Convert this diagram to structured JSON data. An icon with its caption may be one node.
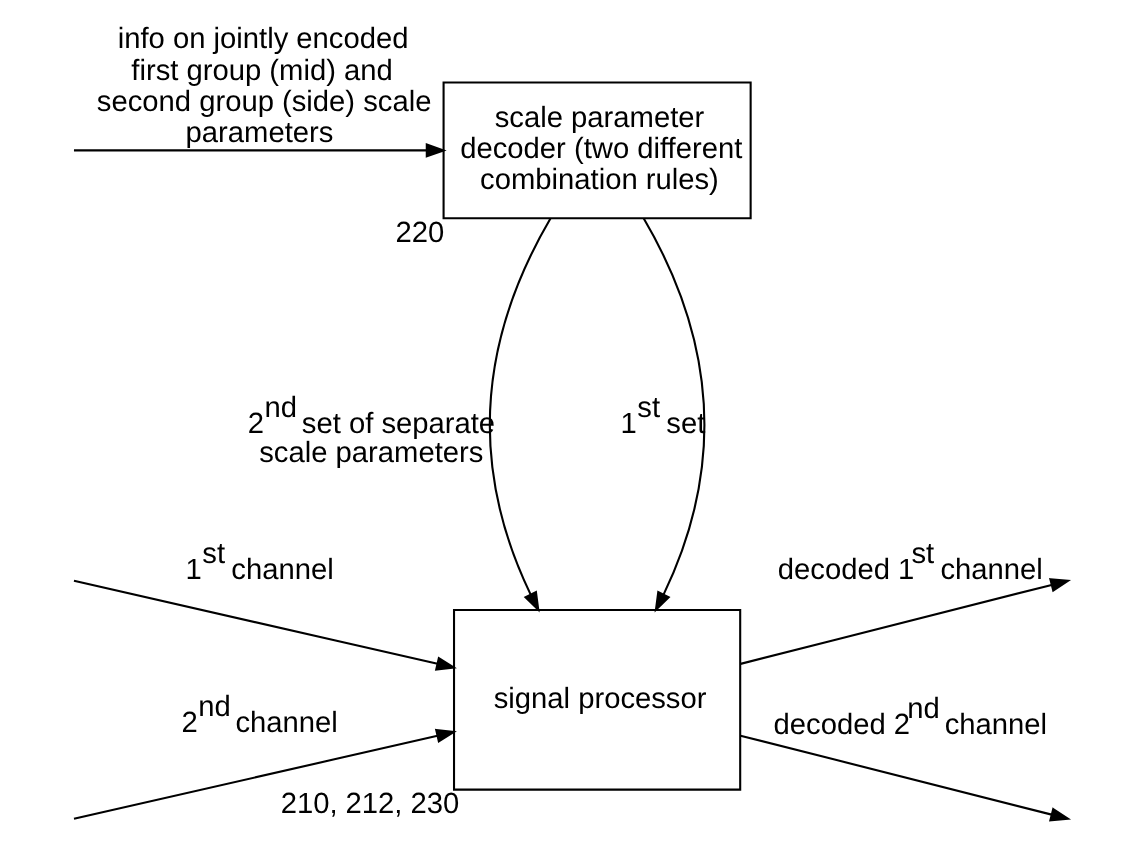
{
  "diagram": {
    "nodes": [
      {
        "text": [
          "scale parameter decoder (two different combination rules)"
        ],
        "beside": [
          "220"
        ]
      },
      {
        "text": [
          "signal processor"
        ],
        "beside": [
          "210, 212, 230"
        ]
      }
    ],
    "edges": [
      {
        "from": null,
        "to": 0,
        "arrow": "to",
        "label": "info on jointly encoded first group (mid) and second group (side) scale parameters"
      },
      {
        "from": 0,
        "to": 1,
        "arrow": "to",
        "label": "1$^{st}$ set"
      },
      {
        "from": 0,
        "to": 1,
        "arrow": "to",
        "label": "2$^{nd}$ set of separate scale parameters"
      },
      {
        "from": null,
        "to": 1,
        "arrow": "to",
        "label": "1$^{st}$ channel"
      },
      {
        "from": null,
        "to": 1,
        "arrow": "to",
        "label": "2$^{nd}$ channel"
      },
      {
        "from": 1,
        "to": null,
        "arrow": "to",
        "label": "decoded 1$^{st}$ channel"
      },
      {
        "from": 1,
        "to": null,
        "arrow": "to",
        "label": "decoded 2$^{nd}$ channel"
      }
    ]
  }
}
